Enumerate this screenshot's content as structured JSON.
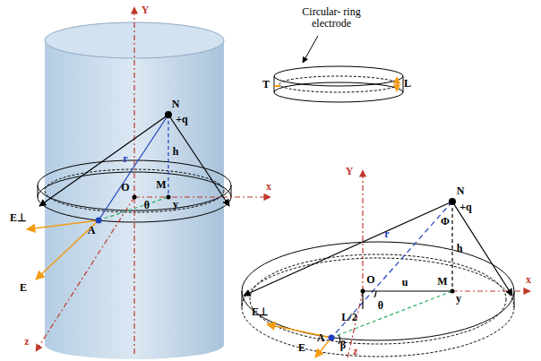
{
  "diagram": {
    "labels": [
      "Y",
      "N",
      "+q",
      "r",
      "h",
      "O",
      "M",
      "y",
      "θ",
      "x",
      "A",
      "E⊥",
      "E",
      "z",
      "Circular- ring electrode",
      "T",
      "L",
      "Y",
      "N",
      "+q",
      "Φ",
      "r",
      "h",
      "O",
      "u",
      "M",
      "y",
      "x",
      "L/2",
      "θ",
      "β",
      "A",
      "E⊥",
      "E",
      "z"
    ]
  }
}
